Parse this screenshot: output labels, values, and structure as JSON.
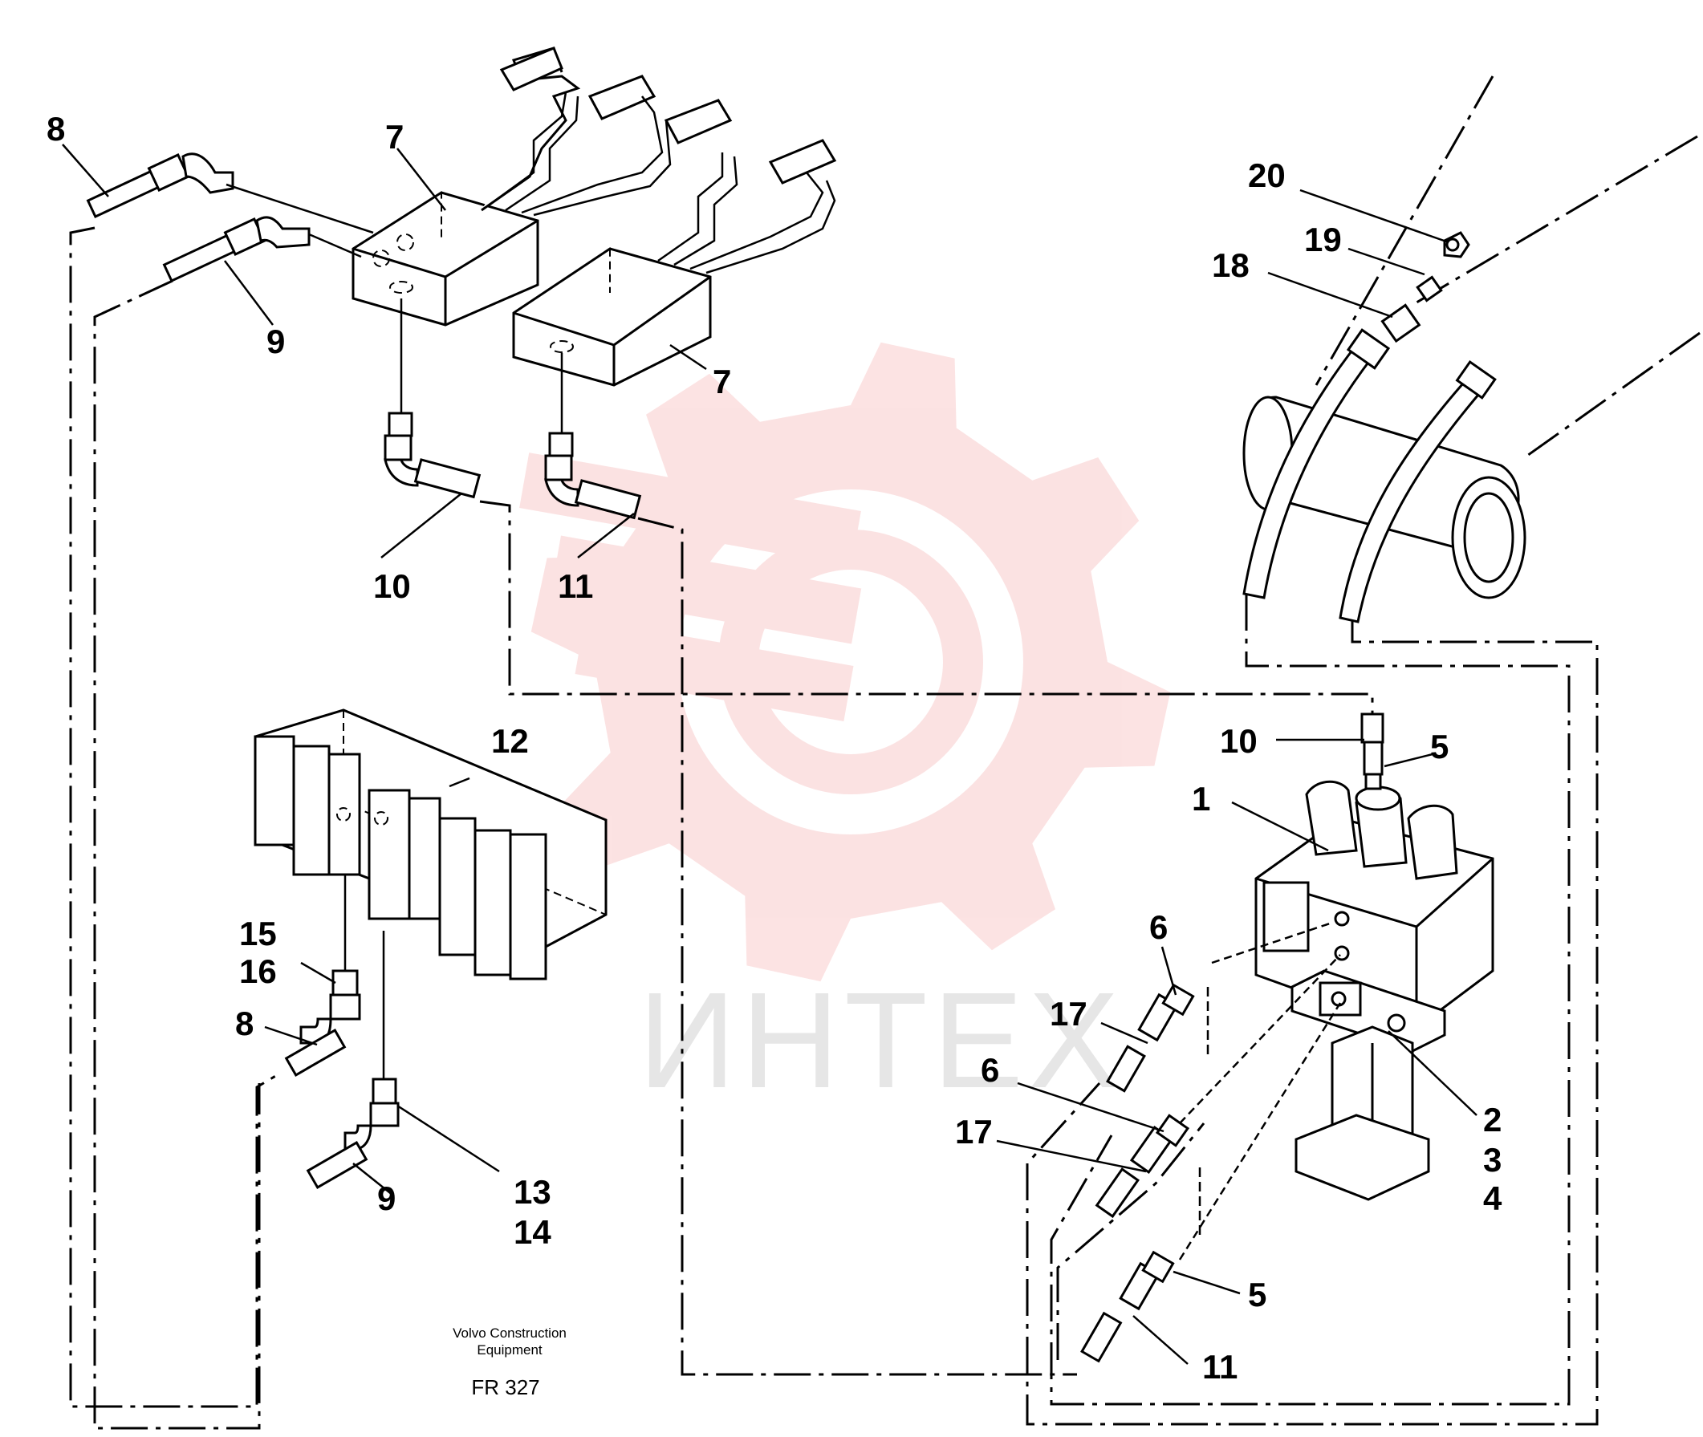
{
  "watermark": {
    "text": "ИНТЕХ",
    "color": "#f08080"
  },
  "caption": {
    "line1": "Volvo Construction",
    "line2": "Equipment",
    "code": "FR 327"
  },
  "labels": {
    "l1": "1",
    "l2": "2",
    "l3": "3",
    "l4": "4",
    "l5a": "5",
    "l5b": "5",
    "l6a": "6",
    "l6b": "6",
    "l7a": "7",
    "l7b": "7",
    "l8a": "8",
    "l8b": "8",
    "l9a": "9",
    "l9b": "9",
    "l10a": "10",
    "l10b": "10",
    "l11a": "11",
    "l11b": "11",
    "l12": "12",
    "l13": "13",
    "l14": "14",
    "l15": "15",
    "l16": "16",
    "l17a": "17",
    "l17b": "17",
    "l18": "18",
    "l19": "19",
    "l20": "20"
  }
}
